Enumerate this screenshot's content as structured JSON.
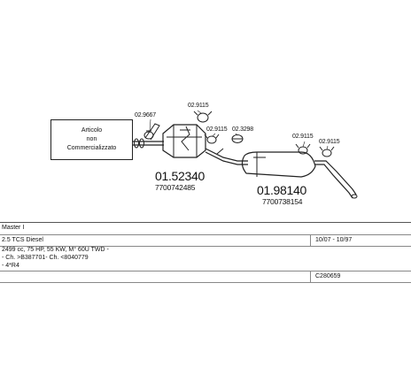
{
  "note": {
    "line1": "Articolo",
    "line2": "non",
    "line3": "Commercializzato"
  },
  "parts": {
    "front": {
      "number": "01.52340",
      "oem": "7700742485"
    },
    "rear": {
      "number": "01.98140",
      "oem": "7700738154"
    }
  },
  "clamps": {
    "c1": "02.9667",
    "c2": "02.9115",
    "c3": "02.9115",
    "c4": "02.3298",
    "c5": "02.9115",
    "c6": "02.9115"
  },
  "info": {
    "model": "Master I",
    "engine": "2.5 TCS Diesel",
    "years": "10/07 - 10/97",
    "spec": "2499 cc, 75 HP, 55 KW, M° 60U TWD -",
    "chassis": "- Ch. >B387701- Ch. <8040779",
    "drive": "- 4*R4",
    "code": "C280659"
  },
  "colors": {
    "line": "#222222",
    "body": "#ffffff",
    "grid": "#888888"
  }
}
